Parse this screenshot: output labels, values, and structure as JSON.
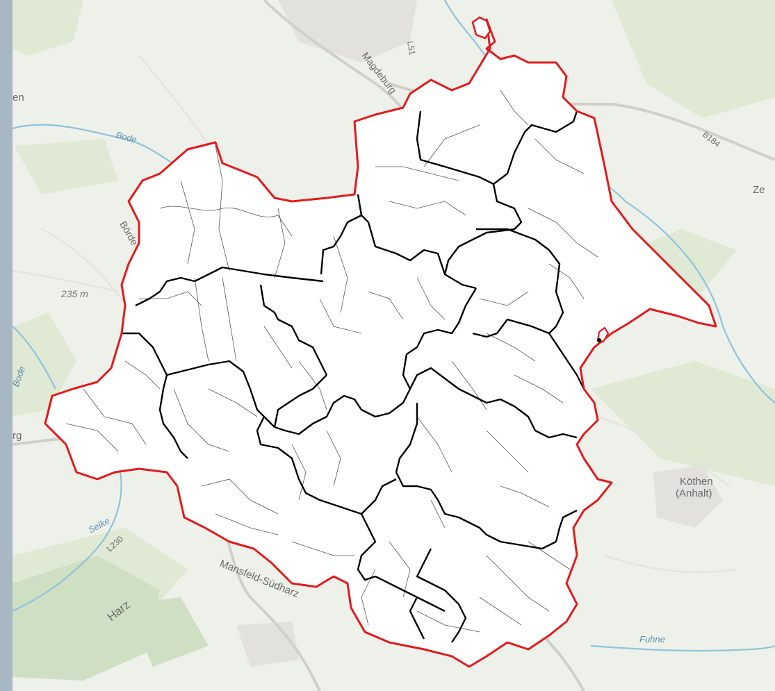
{
  "map": {
    "place_labels": {
      "magdeburg": "Magdeburg",
      "koethen": "Köthen",
      "anhalt": "(Anhalt)",
      "mansfeld": "Mansfeld-Südharz",
      "harz": "Harz",
      "boerde": "Börde",
      "edge_en": "en",
      "edge_rg": "rg",
      "edge_ze": "Ze"
    },
    "water_labels": {
      "bode": "Bode",
      "bode_west": "Bode",
      "selke": "Selke",
      "fuhne": "Fuhne"
    },
    "road_labels": {
      "l51": "L51",
      "b184": "B184",
      "l230": "L230"
    },
    "elevation_label": "235 m",
    "colors": {
      "outer_boundary": "#e31a1c",
      "inner_boundary": "#000000",
      "fill": "#ffffff",
      "basemap": "#eef0ea",
      "water": "#8fc3dc"
    }
  }
}
